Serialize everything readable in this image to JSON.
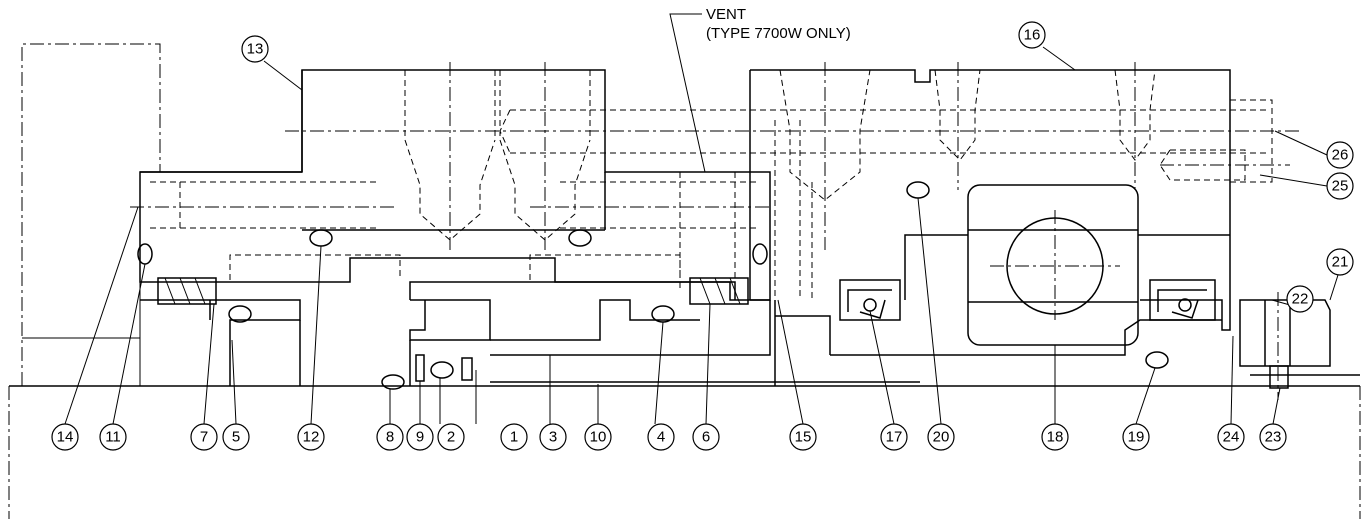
{
  "vent_note": {
    "line1": "VENT",
    "line2": "(TYPE 7700W ONLY)"
  },
  "callouts": [
    "1",
    "2",
    "3",
    "4",
    "5",
    "6",
    "7",
    "8",
    "9",
    "10",
    "11",
    "12",
    "13",
    "14",
    "15",
    "16",
    "17",
    "18",
    "19",
    "20",
    "21",
    "22",
    "23",
    "24",
    "25",
    "26"
  ]
}
